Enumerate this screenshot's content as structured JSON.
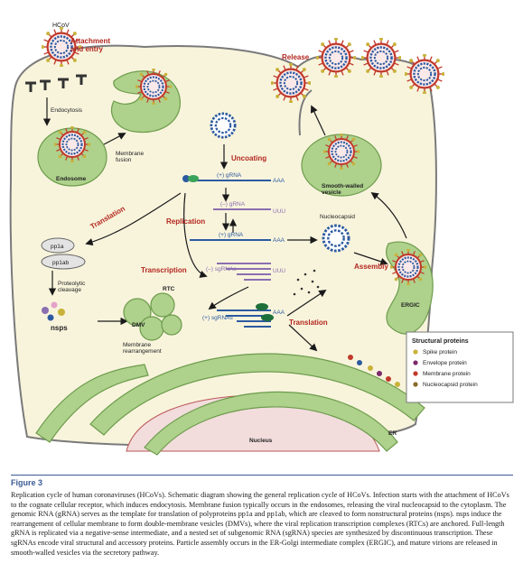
{
  "diagram": {
    "virus_label": "HCoV",
    "steps": {
      "attachment": "Attachment\nand entry",
      "release": "Release",
      "uncoating": "Uncoating",
      "translation_left": "Translation",
      "replication": "Replication",
      "transcription": "Transcription",
      "assembly": "Assembly",
      "translation_right": "Translation"
    },
    "labels": {
      "endocytosis": "Endocytosis",
      "endosome": "Endosome",
      "membrane_fusion": "Membrane\nfusion",
      "pos_gRNA_1": "(+) gRNA",
      "aaa_1": "AAA",
      "neg_gRNA": "(–) gRNA",
      "uuu_1": "UUU",
      "pos_gRNA_2": "(+) gRNA",
      "aaa_2": "AAA",
      "neg_sgRNAs": "(–) sgRNAs",
      "uuu_stack": "UUU",
      "pos_sgRNAs": "(+) sgRNAs",
      "aaa_stack": "AAA",
      "nucleocapsid": "Nucleocapsid",
      "smooth_vesicle": "Smooth-walled\nvesicle",
      "ergic": "ERGIC",
      "pp1a": "pp1a",
      "pp1ab": "pp1ab",
      "proteolytic": "Proteolytic\ncleavage",
      "nsps": "nsps",
      "rtc": "RTC",
      "dmv": "DMV",
      "membrane_rearrangement": "Membrane\nrearrangement",
      "nucleus": "Nucleus",
      "er": "ER"
    },
    "legend": {
      "title": "Structural proteins",
      "items": [
        {
          "label": "Spike protein",
          "color": "#c9b23a"
        },
        {
          "label": "Envelope protein",
          "color": "#7a2a6b"
        },
        {
          "label": "Membrane protein",
          "color": "#c0392b"
        },
        {
          "label": "Nucleocapsid protein",
          "color": "#8a6a2a"
        }
      ]
    },
    "colors": {
      "cell_fill": "#f8f4dc",
      "cell_border": "#7a7a7a",
      "green_fill": "#aed18c",
      "green_dark": "#7fb35d",
      "step_red": "#b3261e",
      "rna_blue": "#2c5aa0",
      "rna_purple": "#8a6fb0",
      "nucleus_fill": "#f2dcdc",
      "virus_red": "#c0392b",
      "virus_blue": "#2c5aa0"
    }
  },
  "figure": {
    "label": "Figure 3",
    "caption": "Replication cycle of human coronaviruses (HCoVs). Schematic diagram showing the general replication cycle of HCoVs. Infection starts with the attachment of HCoVs to the cognate cellular receptor, which induces endocytosis. Membrane fusion typically occurs in the endosomes, releasing the viral nucleocapsid to the cytoplasm. The genomic RNA (gRNA) serves as the template for translation of polyproteins pp1a and pp1ab, which are cleaved to form nonstructural proteins (nsps). nsps induce the rearrangement of cellular membrane to form double-membrane vesicles (DMVs), where the viral replication transcription complexes (RTCs) are anchored. Full-length gRNA is replicated via a negative-sense intermediate, and a nested set of subgenomic RNA (sgRNA) species are synthesized by discontinuous transcription. These sgRNAs encode viral structural and accessory proteins. Particle assembly occurs in the ER-Golgi intermediate complex (ERGIC), and mature virions are released in smooth-walled vesicles via the secretory pathway."
  }
}
